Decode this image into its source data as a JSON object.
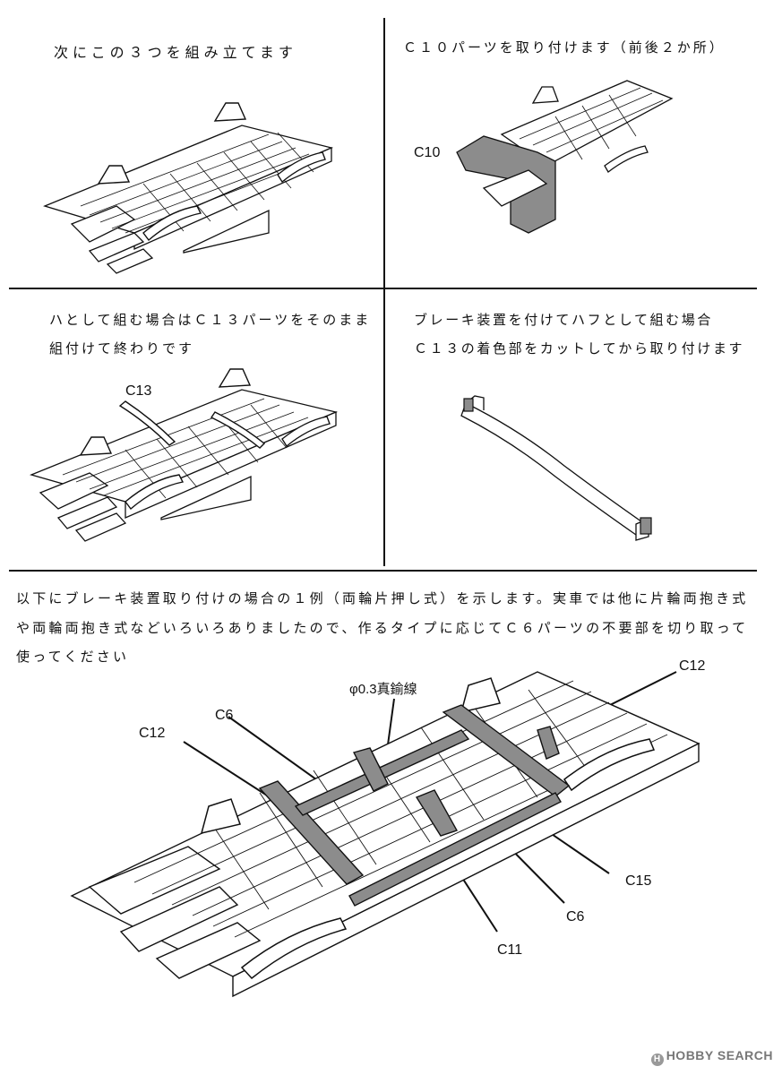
{
  "panels": {
    "top_left": {
      "caption": "次にこの３つを組み立てます"
    },
    "top_right": {
      "caption": "Ｃ１０パーツを取り付けます（前後２か所）",
      "part_label": "C10"
    },
    "mid_left": {
      "caption_line1": "ハとして組む場合はＣ１３パーツをそのまま",
      "caption_line2": "組付けて終わりです",
      "part_label": "C13"
    },
    "mid_right": {
      "caption_line1": "ブレーキ装置を付けてハフとして組む場合",
      "caption_line2": "Ｃ１３の着色部をカットしてから取り付けます"
    }
  },
  "bottom": {
    "text_line1": "以下にブレーキ装置取り付けの場合の１例（両輪片押し式）を示します。実車では他に片輪両抱き式",
    "text_line2": "や両輪両抱き式などいろいろありましたので、作るタイプに応じてＣ６パーツの不要部を切り取って",
    "text_line3": "使ってください",
    "labels": {
      "wire": "φ0.3真鍮線",
      "c12_right": "C12",
      "c12_left": "C12",
      "c6_top": "C6",
      "c15": "C15",
      "c6_bottom": "C6",
      "c11": "C11"
    }
  },
  "watermark": {
    "text": "HOBBY SEARCH"
  },
  "colors": {
    "ink": "#111111",
    "shade": "#8c8c8c",
    "paper": "#ffffff"
  }
}
